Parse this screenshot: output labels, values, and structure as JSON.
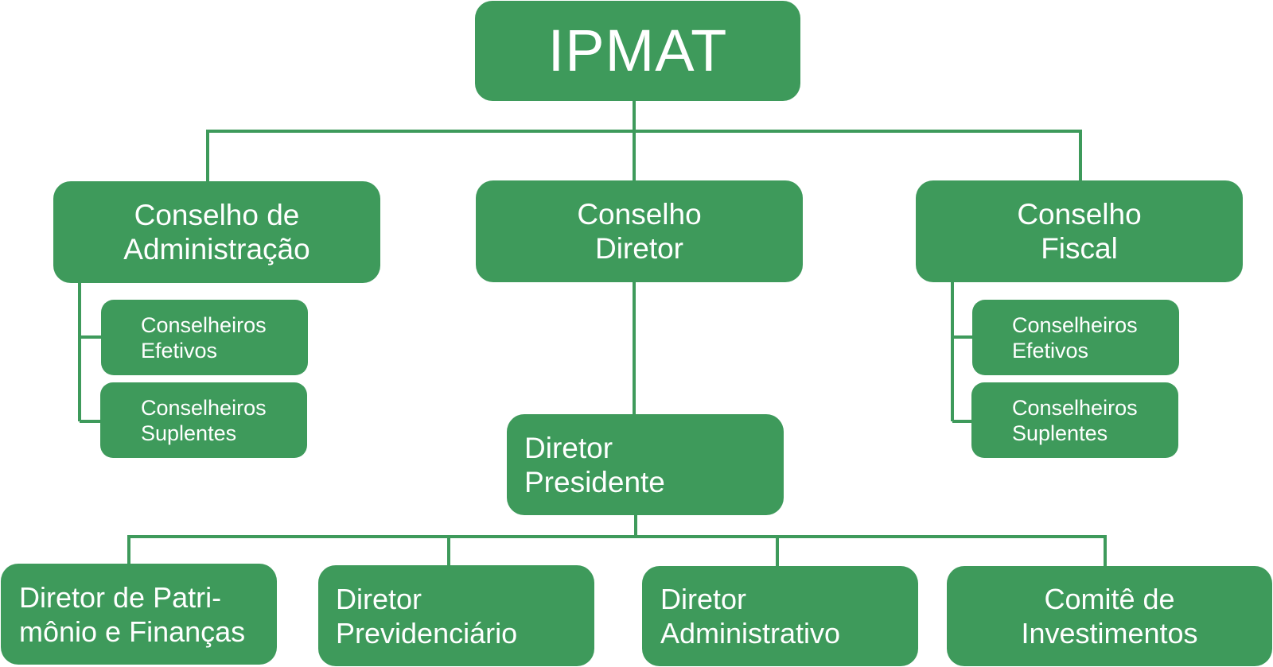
{
  "root": {
    "title": "IPMAT"
  },
  "councils": {
    "admin": {
      "line1": "Conselho de",
      "line2": "Administração"
    },
    "diretor": {
      "line1": "Conselho",
      "line2": "Diretor"
    },
    "fiscal": {
      "line1": "Conselho",
      "line2": "Fiscal"
    }
  },
  "admin_members": [
    {
      "line1": "Conselheiros",
      "line2": "Efetivos"
    },
    {
      "line1": "Conselheiros",
      "line2": "Suplentes"
    }
  ],
  "fiscal_members": [
    {
      "line1": "Conselheiros",
      "line2": "Efetivos"
    },
    {
      "line1": "Conselheiros",
      "line2": "Suplentes"
    }
  ],
  "president": {
    "line1": "Diretor",
    "line2": "Presidente"
  },
  "directors": [
    {
      "line1": "Diretor de Patri-",
      "line2": "mônio e Finanças"
    },
    {
      "line1": "Diretor",
      "line2": "Previdenciário"
    },
    {
      "line1": "Diretor",
      "line2": "Administrativo"
    },
    {
      "line1": "Comitê de",
      "line2": "Investimentos"
    }
  ],
  "colors": {
    "box": "#3e9a5b",
    "line": "#3e9a5b",
    "text": "#ffffff"
  }
}
